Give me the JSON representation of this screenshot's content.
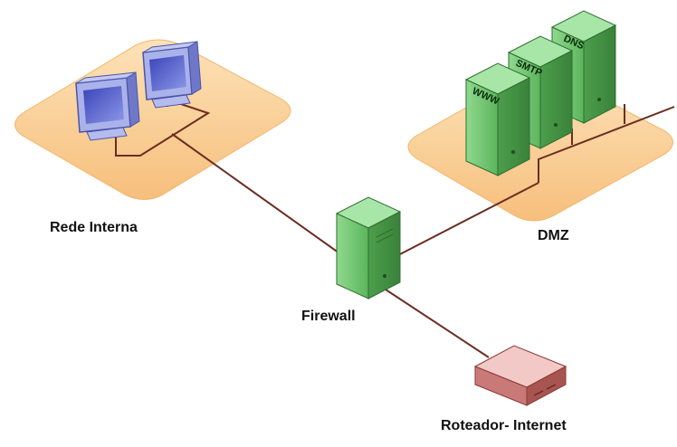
{
  "nodes": {
    "internal_network": {
      "label": "Rede Interna"
    },
    "dmz": {
      "label": "DMZ"
    },
    "firewall": {
      "label": "Firewall"
    },
    "router": {
      "label": "Roteador- Internet"
    }
  },
  "servers": [
    {
      "label": "WWW"
    },
    {
      "label": "SMTP"
    },
    {
      "label": "DNS"
    }
  ],
  "icons": {
    "workstation": "monitor-icon",
    "server": "server-tower-icon",
    "firewall": "firewall-server-icon",
    "router": "router-icon"
  },
  "colors": {
    "zone_fill": "#fbcf8f",
    "link": "#6b2d22",
    "server_green": "#66c466",
    "monitor_blue": "#7c86d6",
    "router_red": "#c97a78"
  }
}
